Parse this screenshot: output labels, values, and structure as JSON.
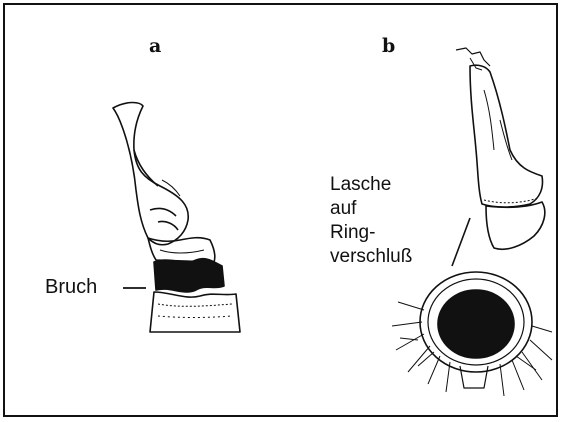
{
  "figure": {
    "panels": [
      {
        "id": "a",
        "label": "a"
      },
      {
        "id": "b",
        "label": "b"
      }
    ],
    "annotations": {
      "bruch": "Bruch",
      "lasche_lines": [
        "Lasche",
        "auf",
        "Ring-",
        "verschluß"
      ]
    },
    "colors": {
      "ink": "#111111",
      "background": "#ffffff"
    }
  }
}
